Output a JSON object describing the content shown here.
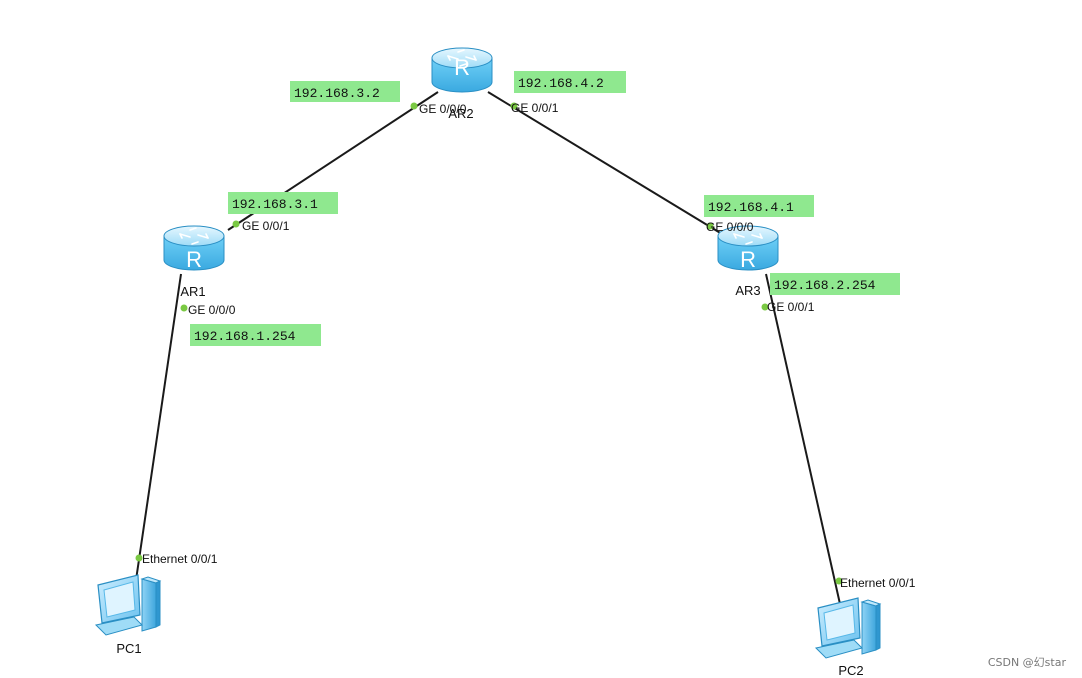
{
  "colors": {
    "link": "#1a1a1a",
    "port_dot": "#7ac943",
    "ip_highlight": "#8fe88f",
    "router_top": "#bfeaff",
    "router_body": "#5cc3f0",
    "router_dark": "#2f9fd6"
  },
  "devices": {
    "ar1": {
      "label": "AR1",
      "type": "router",
      "icon": "router-icon",
      "glyph": "R"
    },
    "ar2": {
      "label": "AR2",
      "type": "router",
      "icon": "router-icon",
      "glyph": "R"
    },
    "ar3": {
      "label": "AR3",
      "type": "router",
      "icon": "router-icon",
      "glyph": "R"
    },
    "pc1": {
      "label": "PC1",
      "type": "pc",
      "icon": "pc-icon"
    },
    "pc2": {
      "label": "PC2",
      "type": "pc",
      "icon": "pc-icon"
    }
  },
  "ports": {
    "ar2_ge000": "GE 0/0/0",
    "ar2_ge001": "GE 0/0/1",
    "ar1_ge001": "GE 0/0/1",
    "ar1_ge000": "GE 0/0/0",
    "ar3_ge000": "GE 0/0/0",
    "ar3_ge001": "GE 0/0/1",
    "pc1_eth": "Ethernet 0/0/1",
    "pc2_eth": "Ethernet 0/0/1"
  },
  "ip_labels": {
    "ar2_ge000": "192.168.3.2",
    "ar2_ge001": "192.168.4.2",
    "ar1_ge001": "192.168.3.1",
    "ar1_ge000": "192.168.1.254",
    "ar3_ge000": "192.168.4.1",
    "ar3_ge001": "192.168.2.254"
  },
  "links": [
    {
      "from": "ar2",
      "to": "ar1",
      "from_port": "GE 0/0/0",
      "to_port": "GE 0/0/1"
    },
    {
      "from": "ar2",
      "to": "ar3",
      "from_port": "GE 0/0/1",
      "to_port": "GE 0/0/0"
    },
    {
      "from": "ar1",
      "to": "pc1",
      "from_port": "GE 0/0/0",
      "to_port": "Ethernet 0/0/1"
    },
    {
      "from": "ar3",
      "to": "pc2",
      "from_port": "GE 0/0/1",
      "to_port": "Ethernet 0/0/1"
    }
  ],
  "watermark": "CSDN @幻star"
}
